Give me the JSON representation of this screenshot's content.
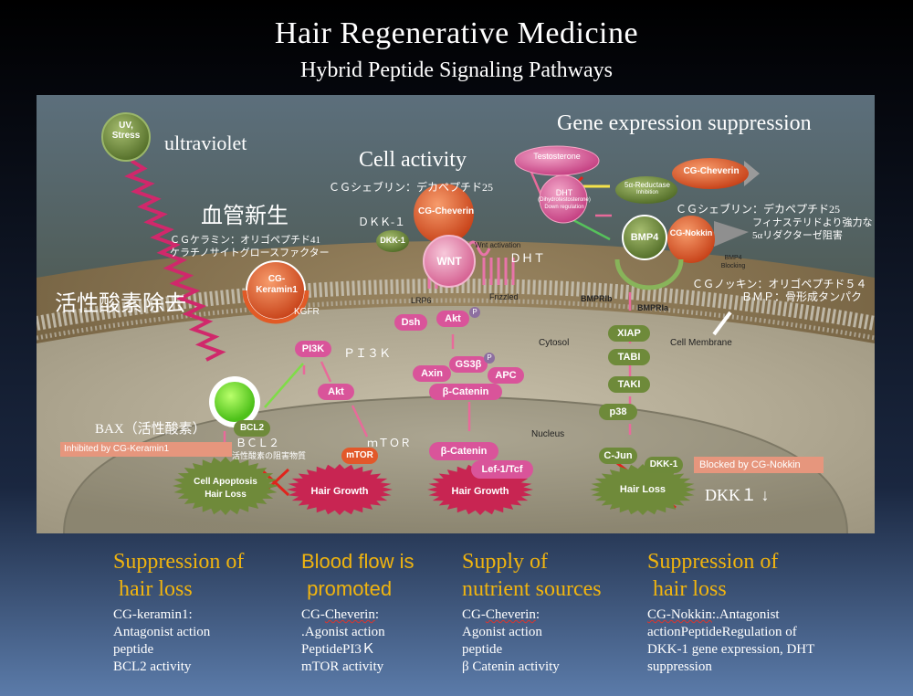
{
  "header": {
    "title": "Hair Regenerative Medicine",
    "subtitle": "Hybrid Peptide Signaling Pathways"
  },
  "diagram": {
    "headings": {
      "ultraviolet": "ultraviolet",
      "cell_activity": "Cell activity",
      "gene_suppression": "Gene expression suppression",
      "angiogenesis": "血管新生",
      "ros_removal": "活性酸素除去"
    },
    "notes": {
      "cg_cheverin_jp_1": "ＣＧシェブリン：デカペプチド25",
      "cg_cheverin_jp_2": "ＣＧシェブリン：デカペプチド25",
      "finasteride_1": "フィナステリドより強力な",
      "finasteride_2": "5αリダクターゼ阻害",
      "cg_nokkin_jp": "ＣＧノッキン：オリゴペプチド５４",
      "bmp_jp": "ＢＭＰ：骨形成タンパク",
      "keramin_jp_1": "ＣＧケラミン：オリゴペプチド41",
      "keramin_jp_2": "ケラチノサイトグロースファクター",
      "dkk1_jp": "ＤＫＫ-１",
      "dht_jp": "ＤＨＴ",
      "pi3k_jp": "ＰＩ３Ｋ",
      "mtor_jp": "ｍＴＯＲ",
      "bax_jp": "BAX（活性酸素）",
      "bcl2_jp": "ＢＣＬ２",
      "bcl2_desc": "活性酸素の阻害物質",
      "dkk1_down": "DKK１ ↓"
    },
    "nodes": {
      "uv": "UV, Stress",
      "cg_keramin1": "CG-Keramin1",
      "kgfr": "KGFR",
      "pi3k": "PI3K",
      "akt_left": "Akt",
      "mtor": "mTOR",
      "bcl2": "BCL2",
      "testosterone": "Testosterone",
      "cg_cheverin_mid": "CG-Cheverin",
      "dht": "DHT",
      "dht_sub1": "(Dihydrotestosterone)",
      "dht_sub2": "Down regulation",
      "reductase": "5α-Reductase",
      "reductase_sub": "Inhibition",
      "cg_cheverin_right": "CG-Cheverin",
      "cg_nokkin": "CG-Nokkin",
      "bmp4": "BMP4",
      "bmp4_blocking": "BMP4 Blocking",
      "dkk1": "DKK-1",
      "wnt": "WNT",
      "wnt_activation": "Wnt activation",
      "lrp6": "LRP6",
      "frizzled": "Frizzled",
      "dsh": "Dsh",
      "akt_mid": "Akt",
      "p": "P",
      "gs3b": "GS3β",
      "axin": "Axin",
      "apc": "APC",
      "b_catenin": "β-Catenin",
      "b_catenin_nuc": "β-Catenin",
      "lef_tcf": "Lef-1/Tcf",
      "bmprib": "BMPRIb",
      "bmpria": "BMPRIa",
      "xiap": "XIAP",
      "tabi": "TABI",
      "taki": "TAKI",
      "p38": "p38",
      "cjun": "C-Jun",
      "dkk1_nuc": "DKK-1",
      "cytosol": "Cytosol",
      "nucleus": "Nucleus",
      "cell_membrane": "Cell Membrane",
      "inhibited_by": "Inhibited by CG-Keramin1",
      "blocked_by": "Blocked by CG-Nokkin",
      "cell_apoptosis": "Cell Apoptosis",
      "hair_loss_outcome": "Hair Loss",
      "hair_growth_1": "Hair Growth",
      "hair_growth_2": "Hair Growth",
      "hair_loss_right": "Hair Loss"
    }
  },
  "columns": [
    {
      "title_1": "Suppression of",
      "title_2": " hair loss",
      "body": [
        "CG-keramin1:",
        "Antagonist action",
        "peptide",
        "BCL2 activity"
      ]
    },
    {
      "title_1": "Blood flow is",
      "title_2": " promoted",
      "body_name": "CG-Cheverin",
      "body_prefix": "CG-",
      "body_underlined": "Cheverin",
      "body_suffix": ":",
      "body": [
        ".Agonist action",
        "PeptidePI3Ｋ",
        "mTOR activity"
      ]
    },
    {
      "title_1": "Supply of",
      "title_2": "nutrient sources",
      "body_prefix": "CG-",
      "body_underlined": "Cheverin",
      "body_suffix": ":",
      "body": [
        "Agonist action",
        "peptide",
        "β Catenin activity"
      ]
    },
    {
      "title_1": "Suppression of",
      "title_2": " hair loss",
      "body_underlined": "CG-Nokkin",
      "body_suffix": ":.Antagonist",
      "body": [
        "actionPeptideRegulation of",
        "DKK-1 gene expression, DHT",
        "suppression"
      ]
    }
  ],
  "colors": {
    "title_gold": "#f0b40f",
    "pink_node": "#d9549a",
    "green_node": "#6e8a3a",
    "orange_node": "#e2582a",
    "salmon_label": "#e6967d"
  }
}
